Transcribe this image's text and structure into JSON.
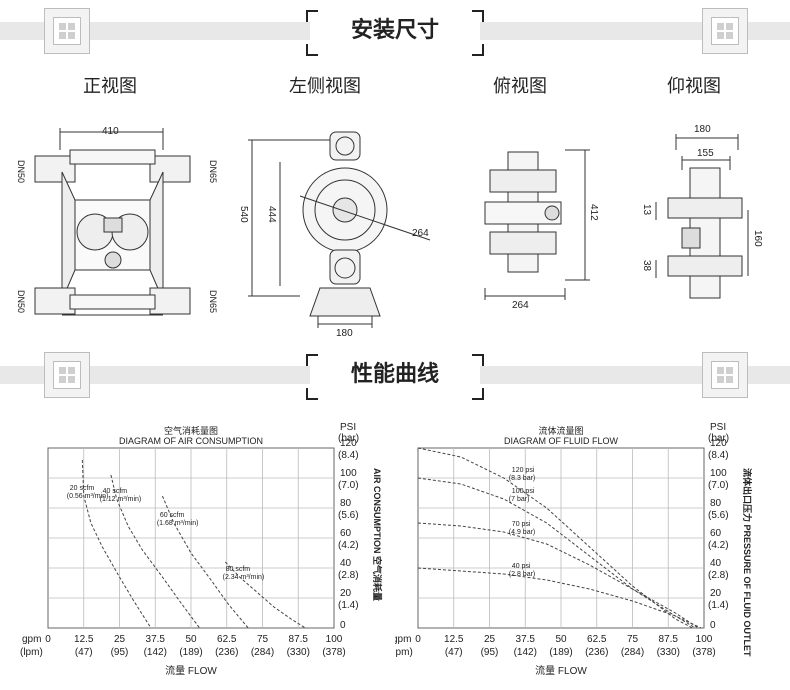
{
  "sections": [
    {
      "title": "安装尺寸"
    },
    {
      "title": "性能曲线"
    }
  ],
  "views": [
    {
      "title": "正视图",
      "dims": [
        "410",
        "DN50",
        "DN65",
        "DN50",
        "DN65"
      ]
    },
    {
      "title": "左侧视图",
      "dims": [
        "540",
        "444",
        "264",
        "180"
      ]
    },
    {
      "title": "俯视图",
      "dims": [
        "412",
        "264"
      ]
    },
    {
      "title": "仰视图",
      "dims": [
        "180",
        "155",
        "13",
        "160",
        "38"
      ]
    }
  ],
  "chart_data": [
    {
      "type": "line",
      "title": "空气消耗量图",
      "subtitle": "DIAGRAM OF AIR CONSUMPTION",
      "xlabel": "流量 FLOW",
      "ylabel": "AIR CONSUMPTION 空气消耗量",
      "x_unit_labels": [
        "gpm",
        "(lpm)"
      ],
      "y_unit_labels": [
        "PSI",
        "(bar)"
      ],
      "x_ticks": [
        "0",
        "12.5",
        "25",
        "37.5",
        "50",
        "62.5",
        "75",
        "87.5",
        "100"
      ],
      "x_ticks_lpm": [
        "(47)",
        "(95)",
        "(142)",
        "(189)",
        "(236)",
        "(284)",
        "(330)",
        "(378)"
      ],
      "y_ticks": [
        "0",
        "20",
        "40",
        "60",
        "80",
        "100",
        "120"
      ],
      "y_ticks_bar": [
        "(1.4)",
        "(2.8)",
        "(4.2)",
        "(5.6)",
        "(7.0)",
        "(8.4)"
      ],
      "xlim": [
        0,
        100
      ],
      "ylim": [
        0,
        120
      ],
      "grid": true,
      "series": [
        {
          "name": "20 scfm (0.56 m³/min)",
          "label1": "20 scfm",
          "label2": "(0.56 m³/min)",
          "x": [
            12,
            12.5,
            15,
            19,
            25,
            30,
            36
          ],
          "y": [
            112,
            88,
            70,
            54,
            34,
            18,
            0
          ]
        },
        {
          "name": "40 scfm (1.12 m³/min)",
          "label1": "40 scfm",
          "label2": "(1.12 m³/min)",
          "x": [
            22,
            24,
            28,
            33,
            40,
            46,
            53
          ],
          "y": [
            102,
            86,
            68,
            52,
            34,
            18,
            0
          ]
        },
        {
          "name": "60 scfm (1.68 m³/min)",
          "label1": "60 scfm",
          "label2": "(1.68 m³/min)",
          "x": [
            40,
            44,
            50,
            57,
            63,
            70
          ],
          "y": [
            88,
            70,
            50,
            32,
            16,
            0
          ]
        },
        {
          "name": "80 scfm (2.34 m³/min)",
          "label1": "80 scfm",
          "label2": "(2.34 m³/min)",
          "x": [
            62,
            67,
            73,
            79,
            85,
            90
          ],
          "y": [
            44,
            34,
            24,
            14,
            6,
            0
          ]
        }
      ]
    },
    {
      "type": "line",
      "title": "流体流量图",
      "subtitle": "DIAGRAM OF FLUID FLOW",
      "xlabel": "流量 FLOW",
      "ylabel": "流体出口压力 PRESSURE OF FLUID OUTLET",
      "x_unit_labels": [
        "gpm",
        "(lpm)"
      ],
      "y_unit_labels": [
        "PSI",
        "(bar)"
      ],
      "x_ticks": [
        "0",
        "12.5",
        "25",
        "37.5",
        "50",
        "62.5",
        "75",
        "87.5",
        "100"
      ],
      "x_ticks_lpm": [
        "(47)",
        "(95)",
        "(142)",
        "(189)",
        "(236)",
        "(284)",
        "(330)",
        "(378)"
      ],
      "y_ticks": [
        "0",
        "20",
        "40",
        "60",
        "80",
        "100",
        "120"
      ],
      "y_ticks_bar": [
        "(1.4)",
        "(2.8)",
        "(4.2)",
        "(5.6)",
        "(7.0)",
        "(8.4)"
      ],
      "xlim": [
        0,
        100
      ],
      "ylim": [
        0,
        120
      ],
      "grid": true,
      "series": [
        {
          "name": "120 psi (8.3 bar)",
          "label1": "120 psi",
          "label2": "(8.3 bar)",
          "x": [
            0,
            15,
            30,
            45,
            60,
            75,
            90,
            96
          ],
          "y": [
            120,
            114,
            100,
            80,
            54,
            28,
            6,
            0
          ]
        },
        {
          "name": "100 psi (7 bar)",
          "label1": "100 psi",
          "label2": "(7 bar)",
          "x": [
            0,
            15,
            30,
            45,
            60,
            75,
            90,
            97
          ],
          "y": [
            100,
            96,
            86,
            70,
            48,
            26,
            8,
            0
          ]
        },
        {
          "name": "70 psi (4.9 bar)",
          "label1": "70 psi",
          "label2": "(4.9 bar)",
          "x": [
            0,
            15,
            30,
            45,
            60,
            75,
            90,
            98
          ],
          "y": [
            70,
            68,
            64,
            56,
            42,
            26,
            10,
            0
          ]
        },
        {
          "name": "40 psi (2.8 bar)",
          "label1": "40 psi",
          "label2": "(2.8 bar)",
          "x": [
            0,
            15,
            30,
            45,
            60,
            75,
            90,
            99
          ],
          "y": [
            40,
            38,
            36,
            32,
            26,
            18,
            8,
            0
          ]
        }
      ]
    }
  ]
}
